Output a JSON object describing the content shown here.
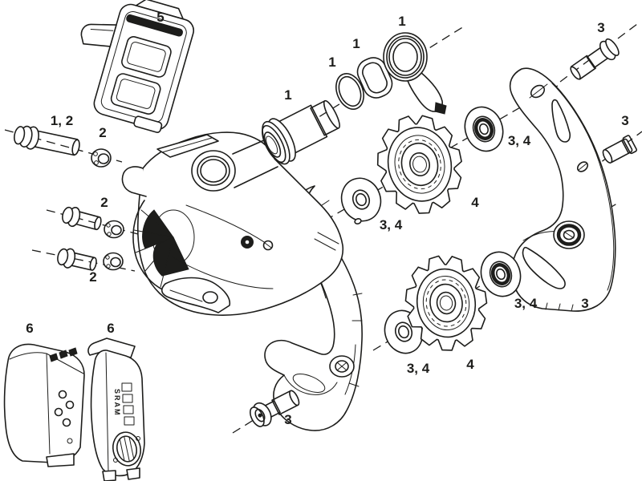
{
  "diagram": {
    "background": "#ffffff",
    "line_color": "#1d1d1b",
    "kind": "exploded-parts-line-drawing"
  },
  "embossed": {
    "battery_cover_text": "SRAM"
  },
  "callouts": [
    {
      "text": "5",
      "part": "battery-mount-plate"
    },
    {
      "text": "1, 2",
      "part": "mounting-bolt"
    },
    {
      "text": "2",
      "part": "mounting-nut"
    },
    {
      "text": "2",
      "part": "limit-screw-upper"
    },
    {
      "text": "2",
      "part": "limit-screw-lower"
    },
    {
      "text": "1",
      "part": "b-bolt-barrel"
    },
    {
      "text": "1",
      "part": "o-ring"
    },
    {
      "text": "1",
      "part": "seal-band"
    },
    {
      "text": "1",
      "part": "pivot-cover"
    },
    {
      "text": "3",
      "part": "cage-bolt-upper"
    },
    {
      "text": "3",
      "part": "cage-pin"
    },
    {
      "text": "3, 4",
      "part": "pulley-bearing-washer-upper"
    },
    {
      "text": "4",
      "part": "pulley-upper"
    },
    {
      "text": "3, 4",
      "part": "pulley-washer-upper"
    },
    {
      "text": "3, 4",
      "part": "pulley-bearing-washer-lower"
    },
    {
      "text": "3",
      "part": "outer-cage-plate"
    },
    {
      "text": "4",
      "part": "pulley-lower"
    },
    {
      "text": "3, 4",
      "part": "pulley-washer-lower"
    },
    {
      "text": "3",
      "part": "cage-bolt-lower"
    },
    {
      "text": "6",
      "part": "battery"
    },
    {
      "text": "6",
      "part": "battery-cover"
    }
  ]
}
